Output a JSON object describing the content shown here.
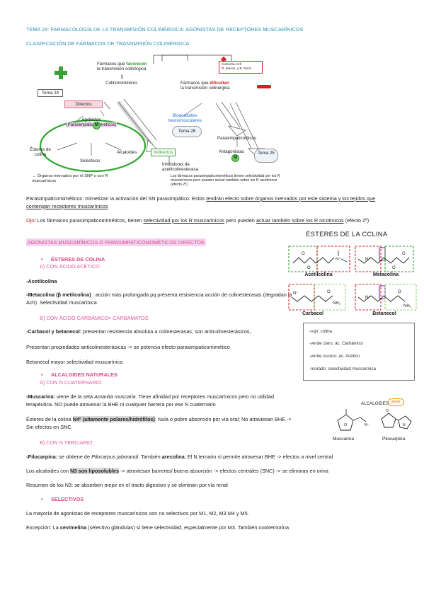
{
  "header": {
    "title": "TEMA 24: FARMACOLOGÍA DE LA TRANSMISIÓN COLINÉRGICA: AGONISTAS DE RECEPTORES MUSCARÍNICOS",
    "subtitle": "CLASIFICACIÓN DE FÁRMACOS DE TRANSMISIÓN COLINÉRGICA"
  },
  "diagram": {
    "favorecen_pre": "Fármacos que ",
    "favorecen_word": "favorecen",
    "favorecen_post": "la transmisión colinérgica",
    "roman": "||",
    "colinomimeticos": "Colinomiméticos",
    "tema24": "Tema 24",
    "directos": "Directos",
    "agonistas": "Agonistas",
    "parasimp": "(Parasimpaticomiméticos)",
    "m_badge": "M",
    "esteres": "Ésteres de colina",
    "alcaloides": "Alcaloides",
    "selectivos": "Selectivos",
    "indirectos": "Indirectos",
    "inhibidores": "Inhibidores de acetilcolinesterasa",
    "organos_note": "→ Órganos inervados por el SNP o con R muscarínicos",
    "dificultan_pre": "Fármacos que ",
    "dificultan_word": "dificultan",
    "dificultan_post": "la transmisión colinérgica",
    "bloqueantes": "Bloqueantes neuromusculares",
    "tema26": "Tema 26",
    "parasimpaticoliticos": "Parasimpaticolíticos",
    "antagonistas": "Antagonistas",
    "tema25": "Tema 25",
    "note_box": [
      "Aumenta ACh",
      "R. Mucos. y R. Nicot"
    ],
    "bottom_note": "Los fármacos parasimpaticomiméticos tienen selectividad por los R muscarínicos pero pueden actuar también sobre los R nicotínicos (efecto 2º)"
  },
  "body": {
    "p1_a": "Parasimpaticomiméticos: mimetizan la activación del SN parasimpático. Estos ",
    "p1_u": "tendrán efecto sobre órganos inervados por este sistema y los tejidos que contengan receptores muscarínicos",
    "p2_ojo": "Ojo!",
    "p2_a": " Los fármacos parasimpaticomiméticos, tienen ",
    "p2_u1": "selectividad por los R muscarínicos",
    "p2_b": " pero pueden ",
    "p2_u2": "actuar también sobre los R nicotínicos",
    "p2_c": " (efecto 2º)",
    "agonistas_heading": "AGONISTAS MUSCARÍNICOS O PARASIMPATICOMOMÉTICOS DIRECTOS",
    "s1": "ÉSTERES DE COLINA",
    "s1a": "A)      CON ÁCIDO ACÉTICO",
    "acetilcolina": "-Acetilcolina",
    "metacolina_b": "-Metacolina (β metilcolina)",
    "metacolina_t": " : acción más prolongada pq presenta resistencia  acción de colinesterasas (degradan la Ach). Selectividad muscarínica",
    "s1b": "B)      CON ÁCIDO CARBÁMICO= CARBAMATOS",
    "carbacol_b": "-Carbacol y betanecol:",
    "carbacol_t": "  presentan resistencia absoluta a colinesterasas; son anticolinesterásicos,",
    "carbacol_2": "Presentan propiedades anticolinesterásicas -> se potencia efecto parasimpaticomimético",
    "betanecol": "Betanecol mayor selectividad muscarínica",
    "s2": "ALCALOIDES NATURALES",
    "s2a": "A)      CON N CUATERNARIO",
    "muscarina_b": "-Muscarina:",
    "muscarina_t1": " viene de la seta ",
    "muscarina_i": "Amanita muscaria",
    "muscarina_t2": ". Tiene afinidad por receptores muscarínicos pero no utilidad terapéutica. NO puede atravesar la BHE ni cualquier barrera por ese N cuaternario",
    "esteres_t1": "Ésteres de la colina  ",
    "esteres_hl": "N4º (altamente polares/hidrófilos)",
    "esteres_t2": ": Nula o pobre absorción por vía oral; No atraviesan BHE -> Sin efectos en SNC",
    "s2b": "B)      CON N TERCIARIO",
    "pilo_b": "-Pilocarpina:",
    "pilo_t1": " se obtiene de ",
    "pilo_i": "Pilocarpus jaborandi",
    "pilo_t2": ". También ",
    "pilo_b2": "arecolina",
    "pilo_t3": ". El N ternario sí permite atravesar BHE -> efectos a nivel central",
    "alc_t1": "Los alcaloides con ",
    "alc_hl": "N3 son liposolubles",
    "alc_t2": " -> atraviesan barreras/ buena absorción -> efectos centrales (SNC) -> se eliminan en orina",
    "resumen": "Resumen de los N3: se absorben mejor en el tracto digestivo y se eliminan por vía renal",
    "s3": "SELECTIVOS",
    "sel_1": "La mayoría de agonistas de receptores muscarínicos son no selectivos por M1, M2, M3 M4 y M5.",
    "sel_2a": "Excepción: La ",
    "sel_2b": "cevimelina",
    "sel_2c": " (selectivo glándulas) si tiene selectividad, especialmente por M3. También oxotremorina"
  },
  "chem": {
    "title": "ÉSTERES DE LA CCLINA",
    "acetilcolina": "Acetilcolina",
    "metacolina": "Metacolina",
    "carbacol": "Carbacol",
    "betanecol": "Betanecol",
    "legend": [
      "-rojo: colina",
      "-verde claro: ác. Carbámico",
      "-verde oscuro: ác. Acético",
      "-morado: selectividad muscarínica"
    ],
    "alcaloides_label": "ALCALOIDES",
    "bhe": "BHE",
    "muscarina": "Muscarina",
    "pilocarpina": "Pilocarpina"
  }
}
